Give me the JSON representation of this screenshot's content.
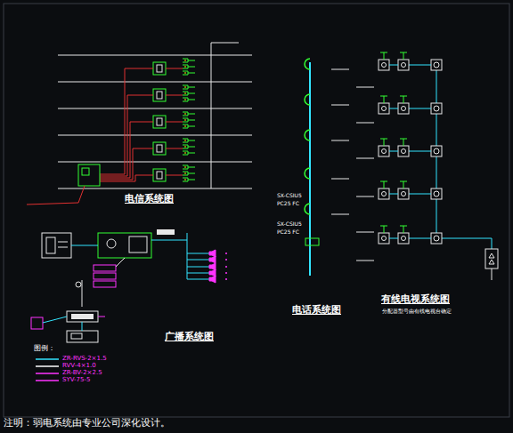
{
  "diagram": {
    "labels": [
      "电信系统图",
      "广播系统图",
      "电话系统图",
      "有线电视系统图",
      "分配器型号由有线电视台确定",
      "SX-CSIU5",
      "PC25 FC",
      "SX-CSIU5",
      "PC25 FC",
      "图例：",
      "注明：弱电系统由专业公司深化设计。"
    ],
    "legend": [
      {
        "text": "ZR-RVS-2×1.5",
        "color": "#33e5ff"
      },
      {
        "text": "RVV-4×1.0",
        "color": "#ffffff"
      },
      {
        "text": "ZR-BV-2×2.5",
        "color": "#ff33ff"
      },
      {
        "text": "SYV-75-5",
        "color": "#ff33ff"
      }
    ]
  }
}
